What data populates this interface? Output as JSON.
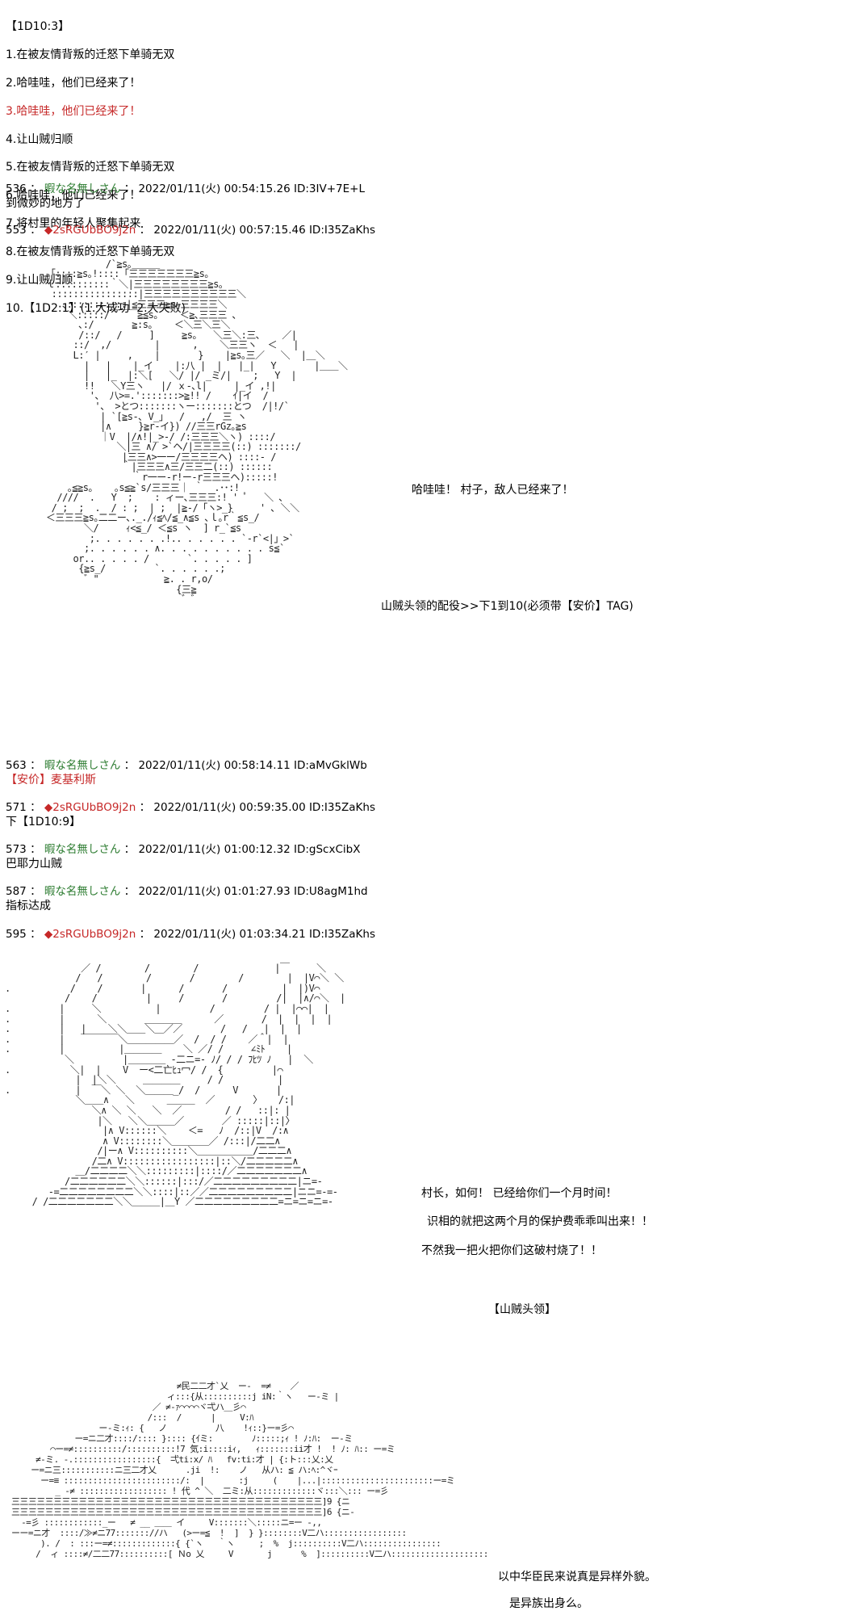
{
  "choices": {
    "title": "【1D10:3】",
    "items": [
      {
        "text": "1.在被友情背叛的迁怒下单骑无双",
        "highlight": false
      },
      {
        "text": "2.哈哇哇，他们已经来了！",
        "highlight": false
      },
      {
        "text": "3.哈哇哇，他们已经来了！",
        "highlight": true
      },
      {
        "text": "4.让山贼归顺",
        "highlight": false
      },
      {
        "text": "5.在被友情背叛的迁怒下单骑无双",
        "highlight": false
      },
      {
        "text": "6.哈哇哇，他们已经来了！",
        "highlight": false
      },
      {
        "text": "7.将村里的年轻人聚集起来",
        "highlight": false
      },
      {
        "text": "8.在被友情背叛的迁怒下单骑无双",
        "highlight": false
      },
      {
        "text": "9.让山贼归顺",
        "highlight": false
      },
      {
        "text": "10.【1D2:1】(1.大成功  2.大失败)",
        "highlight": false
      }
    ]
  },
  "posts": [
    {
      "num": "536",
      "name": "暇な名無しさん",
      "date": "2022/01/11(火) 00:54:15.26 ID:3IV+7E+L",
      "body": "到微妙的地方了",
      "body_red": false,
      "trip": false
    },
    {
      "num": "553",
      "name": "2sRGUbBO9j2n",
      "date": "2022/01/11(火) 00:57:15.46 ID:I35ZaKhs",
      "body": "",
      "body_red": false,
      "trip": true
    },
    {
      "num": "563",
      "name": "暇な名無しさん",
      "date": "2022/01/11(火) 00:58:14.11 ID:aMvGklWb",
      "body": "【安价】麦基利斯",
      "body_red": true,
      "trip": false
    },
    {
      "num": "571",
      "name": "2sRGUbBO9j2n",
      "date": "2022/01/11(火) 00:59:35.00 ID:I35ZaKhs",
      "body": "下【1D10:9】",
      "body_red": false,
      "trip": true
    },
    {
      "num": "573",
      "name": "暇な名無しさん",
      "date": "2022/01/11(火) 01:00:12.32 ID:gScxCibX",
      "body": "巴耶力山贼",
      "body_red": false,
      "trip": false
    },
    {
      "num": "587",
      "name": "暇な名無しさん",
      "date": "2022/01/11(火) 01:01:27.93 ID:U8agM1hd",
      "body": "指标达成",
      "body_red": false,
      "trip": false
    },
    {
      "num": "595",
      "name": "2sRGUbBO9j2n",
      "date": "2022/01/11(火) 01:03:34.21 ID:I35ZaKhs",
      "body": "",
      "body_red": false,
      "trip": true
    }
  ],
  "speech": {
    "s1": "哈哇哇！  村子，敌人已经来了！",
    "s2": "山贼头领的配役>>下1到10(必须带【安价】TAG)",
    "s3": "村长，如何！  已经给你们一个月时间！",
    "s4": "识相的就把这两个月的保护费乖乖叫出来！！",
    "s5": "不然我一把火把你们这破村烧了！！",
    "s6": "【山贼头领】",
    "s7": "以中华臣民来说真是异样外貌。",
    "s8": "是异族出身么。"
  },
  "colors": {
    "anon": "#2e7d32",
    "trip": "#c62828",
    "highlight": "#c62828"
  }
}
